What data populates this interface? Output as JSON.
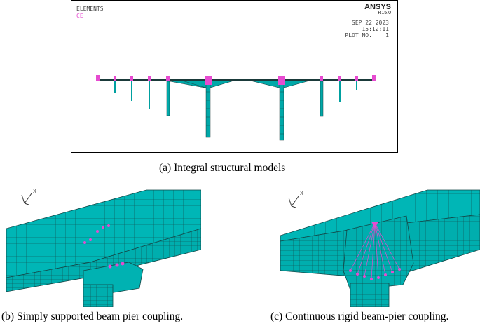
{
  "model_view": {
    "legend": {
      "elements": "ELEMENTS",
      "ce": "CE"
    },
    "brand": "ANSYS",
    "version": "R15.0",
    "date": "SEP 22 2023",
    "time": "15:12:11",
    "plot_no": "PLOT NO.    1",
    "caption": "(a) Integral structural models"
  },
  "detail_b": {
    "axis": "X",
    "caption": "(b) Simply supported beam pier coupling."
  },
  "detail_c": {
    "axis": "X",
    "caption": "(c) Continuous rigid beam-pier coupling."
  },
  "colors": {
    "mesh": "#00b0b0",
    "constraint": "#e64bd0",
    "edge": "#1a3a3a"
  }
}
